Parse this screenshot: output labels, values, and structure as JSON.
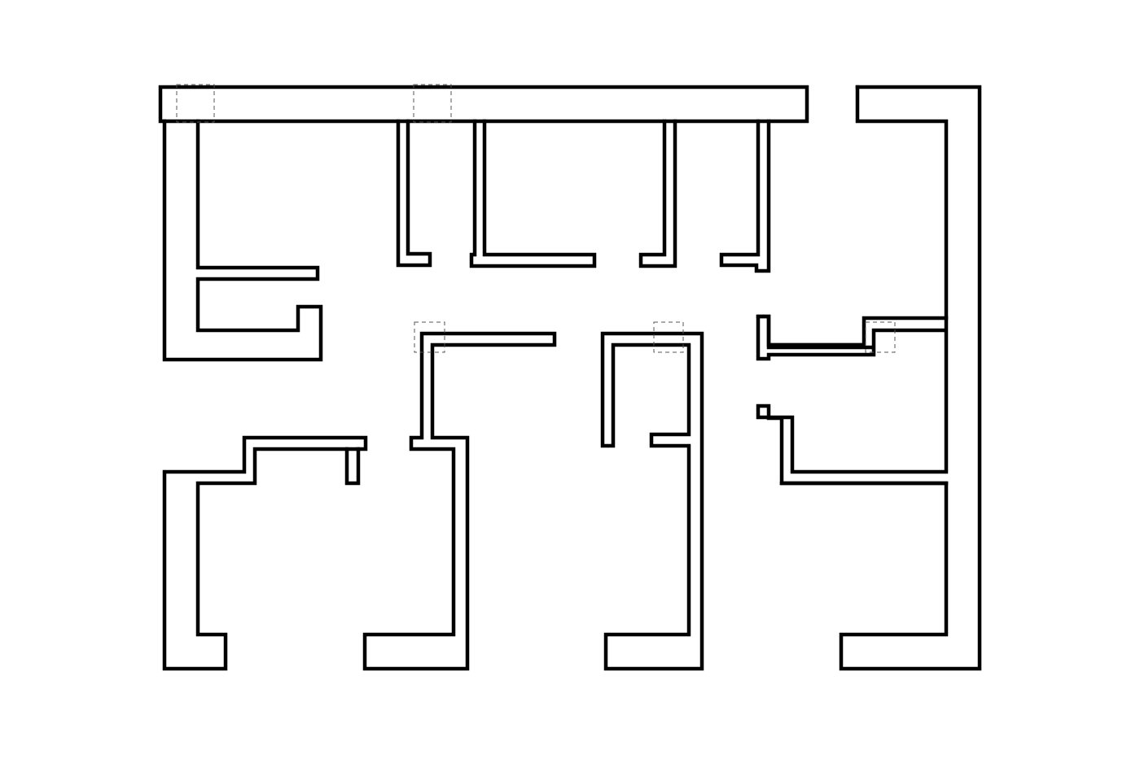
{
  "diagram": {
    "type": "floor-plan",
    "colors": {
      "background": "#ffffff",
      "wall": "#000000",
      "column_marker": "#555555",
      "watermark": "#bdbdbd"
    },
    "elements": [
      {
        "kind": "wall",
        "name": "top-corridor-wall"
      },
      {
        "kind": "wall",
        "name": "left-upper-room-wall"
      },
      {
        "kind": "wall",
        "name": "partition-a-wall"
      },
      {
        "kind": "wall",
        "name": "center-top-room-wall"
      },
      {
        "kind": "wall",
        "name": "partition-b-wall"
      },
      {
        "kind": "wall",
        "name": "partition-c-wall"
      },
      {
        "kind": "wall",
        "name": "right-outer-wall"
      },
      {
        "kind": "wall",
        "name": "left-hook-wall"
      },
      {
        "kind": "wall",
        "name": "bottom-left-room-wall"
      },
      {
        "kind": "wall",
        "name": "bottom-left-stub-wall"
      },
      {
        "kind": "wall",
        "name": "center-t-wall"
      },
      {
        "kind": "wall",
        "name": "center-right-room-wall"
      },
      {
        "kind": "wall",
        "name": "right-mid-ledge-wall"
      },
      {
        "kind": "wall",
        "name": "right-lower-room-wall"
      },
      {
        "kind": "column",
        "name": "column-marker-1"
      },
      {
        "kind": "column",
        "name": "column-marker-2"
      },
      {
        "kind": "column",
        "name": "column-marker-3"
      },
      {
        "kind": "column",
        "name": "column-marker-4"
      },
      {
        "kind": "column",
        "name": "column-marker-5"
      }
    ]
  }
}
